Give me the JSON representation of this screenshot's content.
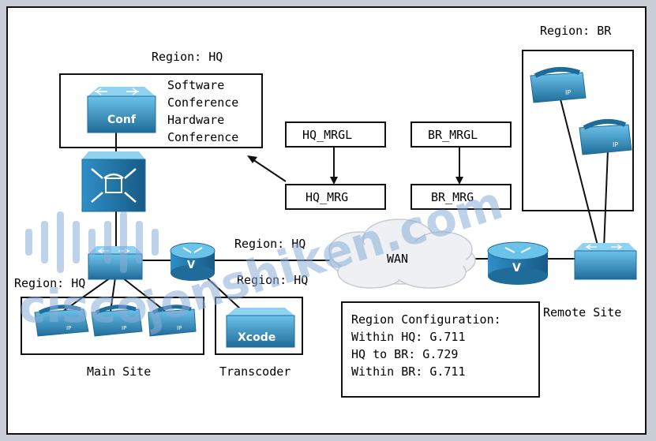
{
  "labels": {
    "region_hq_top": "Region: HQ",
    "region_br": "Region: BR",
    "conf_lines": [
      "Software",
      "Conference",
      "Hardware",
      "Conference"
    ],
    "hq_mrgl": "HQ_MRGL",
    "hq_mrg": "HQ_MRG",
    "br_mrgl": "BR_MRGL",
    "br_mrg": "BR_MRG",
    "region_hq_wan": "Region: HQ",
    "region_hq_router": "Region: HQ",
    "region_hq_phones": "Region: HQ",
    "wan": "WAN",
    "remote_site": "Remote Site",
    "main_site": "Main Site",
    "transcoder": "Transcoder"
  },
  "region_config": {
    "title": "Region Configuration:",
    "lines": [
      "Within HQ: G.711",
      "HQ to BR: G.729",
      "Within BR: G.711"
    ]
  },
  "device_text": {
    "conf": "Conf",
    "xcode": "Xcode",
    "router": "V",
    "phone": "IP"
  },
  "watermark": {
    "site": "jonshiken.com",
    "brand": "cisco"
  },
  "colors": {
    "device_blue": "#2f8fc7",
    "device_light": "#6cc3ea",
    "device_dark": "#1f6b9a",
    "cloud": "#eef0f3",
    "watermark": "#8aaed9"
  }
}
